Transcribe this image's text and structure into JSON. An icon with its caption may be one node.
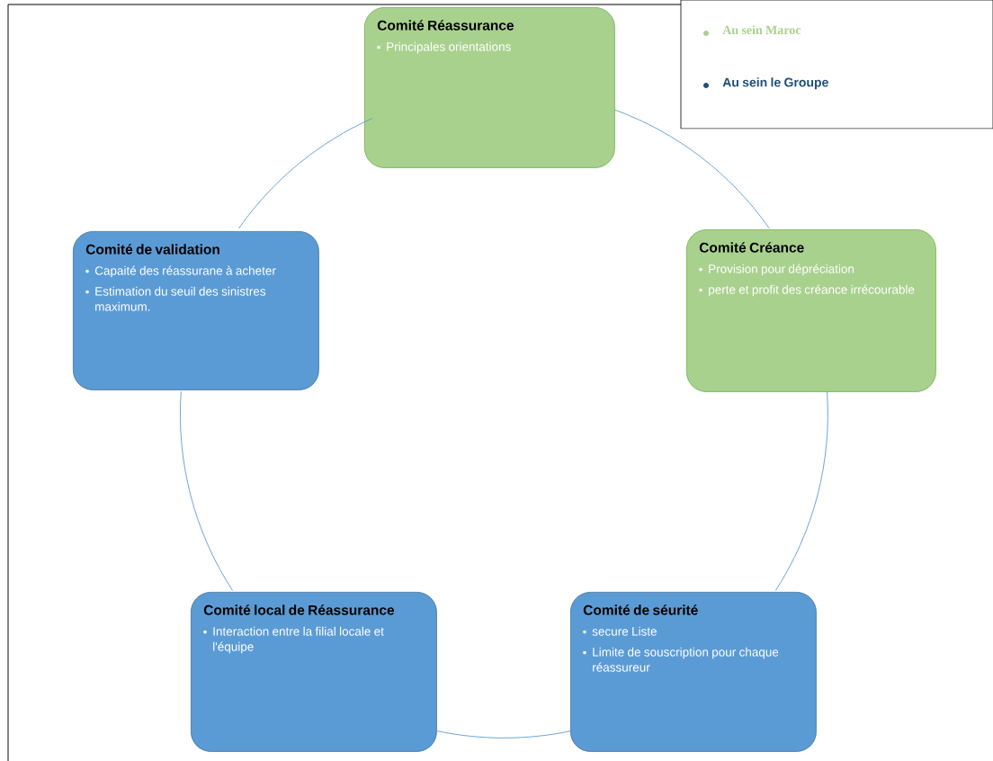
{
  "diagram": {
    "nodes": [
      {
        "text": [
          "Comité Réassurance",
          "Principales orientations"
        ]
      },
      {
        "text": [
          "Comité de validation",
          "Capaité des réassurane à acheter",
          "Estimation du  seuil des sinistres maximum."
        ]
      },
      {
        "text": [
          "Comité Créance",
          "Provision pour dépréciation",
          "perte et profit des créance irrécourable"
        ]
      },
      {
        "text": [
          "Comité local de Réassurance",
          "Interaction entre la filial locale et l'équipe"
        ]
      },
      {
        "text": [
          "Comité de séurité",
          "secure Liste",
          "Limite de souscription pour chaque réassureur"
        ]
      }
    ],
    "edges": [
      {
        "from": 0,
        "to": 2,
        "arrow": "none"
      },
      {
        "from": 2,
        "to": 4,
        "arrow": "none"
      },
      {
        "from": 4,
        "to": 3,
        "arrow": "none"
      },
      {
        "from": 3,
        "to": 1,
        "arrow": "none"
      },
      {
        "from": 1,
        "to": 0,
        "arrow": "none"
      }
    ],
    "legend": [
      {
        "text": "Au sein Maroc",
        "color": "#a9d18e"
      },
      {
        "text": "Au sein le Groupe",
        "color": "#1f4e79"
      }
    ]
  }
}
